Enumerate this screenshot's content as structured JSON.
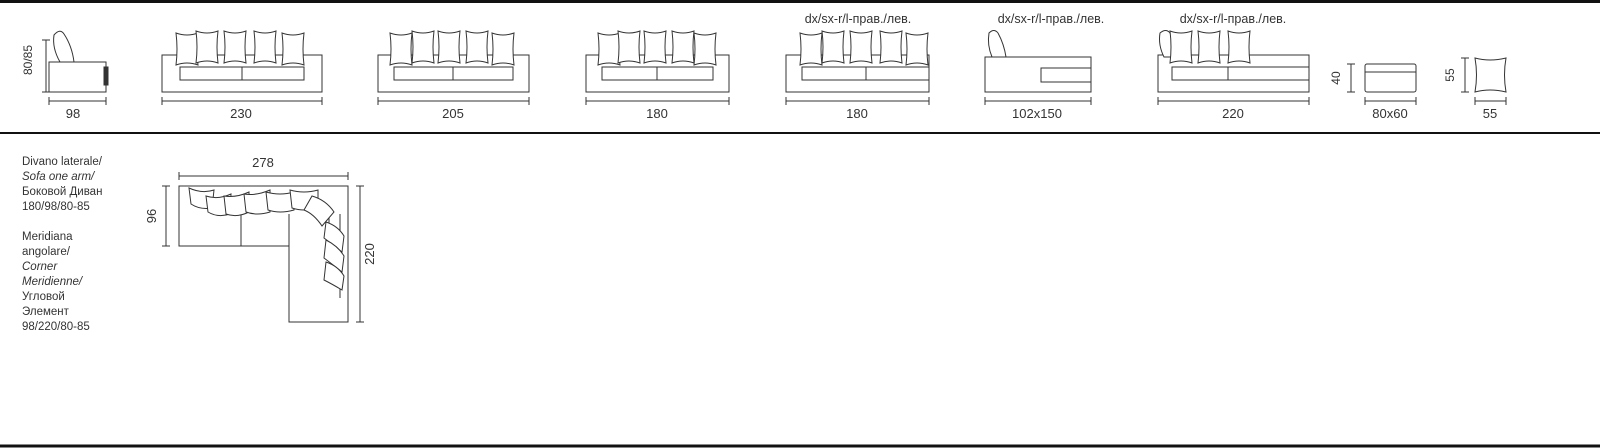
{
  "colors": {
    "line": "#333333",
    "rule": "#111111",
    "background": "#ffffff"
  },
  "top_row": {
    "height_label": "80/85",
    "pieces": [
      {
        "name": "armchair",
        "width": "98"
      },
      {
        "name": "sofa-230",
        "width": "230"
      },
      {
        "name": "sofa-205",
        "width": "205"
      },
      {
        "name": "sofa-180",
        "width": "180"
      },
      {
        "name": "sofa-one-arm",
        "width": "180",
        "side": "dx/sx-r/l-прав./лев."
      },
      {
        "name": "meridienne",
        "width": "102x150",
        "side": "dx/sx-r/l-прав./лев."
      },
      {
        "name": "chaise-220",
        "width": "220",
        "side": "dx/sx-r/l-прав./лев."
      },
      {
        "name": "pouf",
        "width": "80x60",
        "height": "40"
      },
      {
        "name": "cushion",
        "width": "55",
        "height": "55"
      }
    ]
  },
  "composition": {
    "desc_1": {
      "it": "Divano laterale/",
      "en": "Sofa one arm/",
      "ru": "Боковой Диван",
      "dims": "180/98/80-85"
    },
    "desc_2": {
      "it1": "Meridiana",
      "it2": "angolare/",
      "en1": "Corner",
      "en2": "Meridienne/",
      "ru1": "Угловой",
      "ru2": "Элемент",
      "dims": "98/220/80-85"
    },
    "width": "278",
    "depth": "96",
    "length": "220"
  }
}
